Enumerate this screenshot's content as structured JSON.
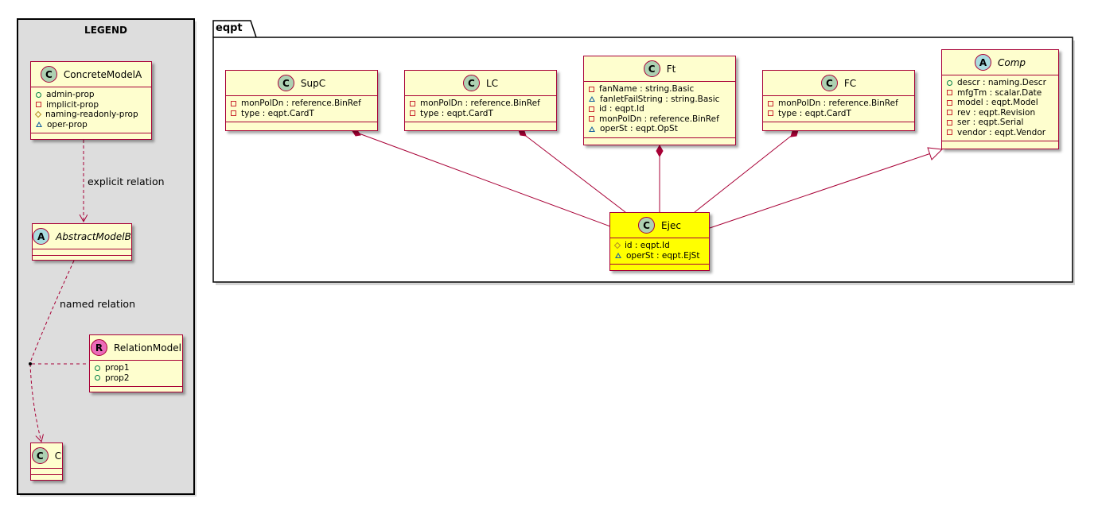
{
  "legend": {
    "title": "LEGEND",
    "relations": {
      "explicit": "explicit relation",
      "named": "named relation"
    }
  },
  "package": {
    "name": "eqpt"
  },
  "stereotype_glyphs": {
    "class": "C",
    "abstract": "A",
    "relation": "R"
  },
  "colors": {
    "class_fill": "#FEFECE",
    "class_border": "#A80036",
    "highlight_fill": "#FFFF00",
    "class_circle": "#ADD1B2",
    "abstract_circle": "#A9DCDF",
    "relation_circle": "#EB6BB9",
    "legend_bg": "#DDDDDD"
  },
  "classes": {
    "ConcreteModelA": {
      "name": "ConcreteModelA",
      "kind": "class",
      "attrs": [
        {
          "vis": "public",
          "text": "admin-prop"
        },
        {
          "vis": "private",
          "text": "implicit-prop"
        },
        {
          "vis": "protected",
          "text": "naming-readonly-prop"
        },
        {
          "vis": "package",
          "text": "oper-prop"
        }
      ]
    },
    "AbstractModelB": {
      "name": "AbstractModelB",
      "kind": "abstract",
      "attrs": []
    },
    "RelationModel": {
      "name": "RelationModel",
      "kind": "relation",
      "attrs": [
        {
          "vis": "public",
          "text": "prop1"
        },
        {
          "vis": "public",
          "text": "prop2"
        }
      ]
    },
    "C": {
      "name": "C",
      "kind": "class",
      "attrs": []
    },
    "SupC": {
      "name": "SupC",
      "kind": "class",
      "attrs": [
        {
          "vis": "private",
          "text": "monPolDn : reference.BinRef"
        },
        {
          "vis": "private",
          "text": "type : eqpt.CardT"
        }
      ]
    },
    "LC": {
      "name": "LC",
      "kind": "class",
      "attrs": [
        {
          "vis": "private",
          "text": "monPolDn : reference.BinRef"
        },
        {
          "vis": "private",
          "text": "type : eqpt.CardT"
        }
      ]
    },
    "Ft": {
      "name": "Ft",
      "kind": "class",
      "attrs": [
        {
          "vis": "private",
          "text": "fanName : string.Basic"
        },
        {
          "vis": "package",
          "text": "fanletFailString : string.Basic"
        },
        {
          "vis": "private",
          "text": "id : eqpt.Id"
        },
        {
          "vis": "private",
          "text": "monPolDn : reference.BinRef"
        },
        {
          "vis": "package",
          "text": "operSt : eqpt.OpSt"
        }
      ]
    },
    "FC": {
      "name": "FC",
      "kind": "class",
      "attrs": [
        {
          "vis": "private",
          "text": "monPolDn : reference.BinRef"
        },
        {
          "vis": "private",
          "text": "type : eqpt.CardT"
        }
      ]
    },
    "Comp": {
      "name": "Comp",
      "kind": "abstract",
      "attrs": [
        {
          "vis": "public",
          "text": "descr : naming.Descr"
        },
        {
          "vis": "private",
          "text": "mfgTm : scalar.Date"
        },
        {
          "vis": "private",
          "text": "model : eqpt.Model"
        },
        {
          "vis": "private",
          "text": "rev : eqpt.Revision"
        },
        {
          "vis": "private",
          "text": "ser : eqpt.Serial"
        },
        {
          "vis": "private",
          "text": "vendor : eqpt.Vendor"
        }
      ]
    },
    "Ejec": {
      "name": "Ejec",
      "kind": "class",
      "highlight": true,
      "attrs": [
        {
          "vis": "protected",
          "text": "id : eqpt.Id"
        },
        {
          "vis": "package",
          "text": "operSt : eqpt.EjSt"
        }
      ]
    }
  }
}
